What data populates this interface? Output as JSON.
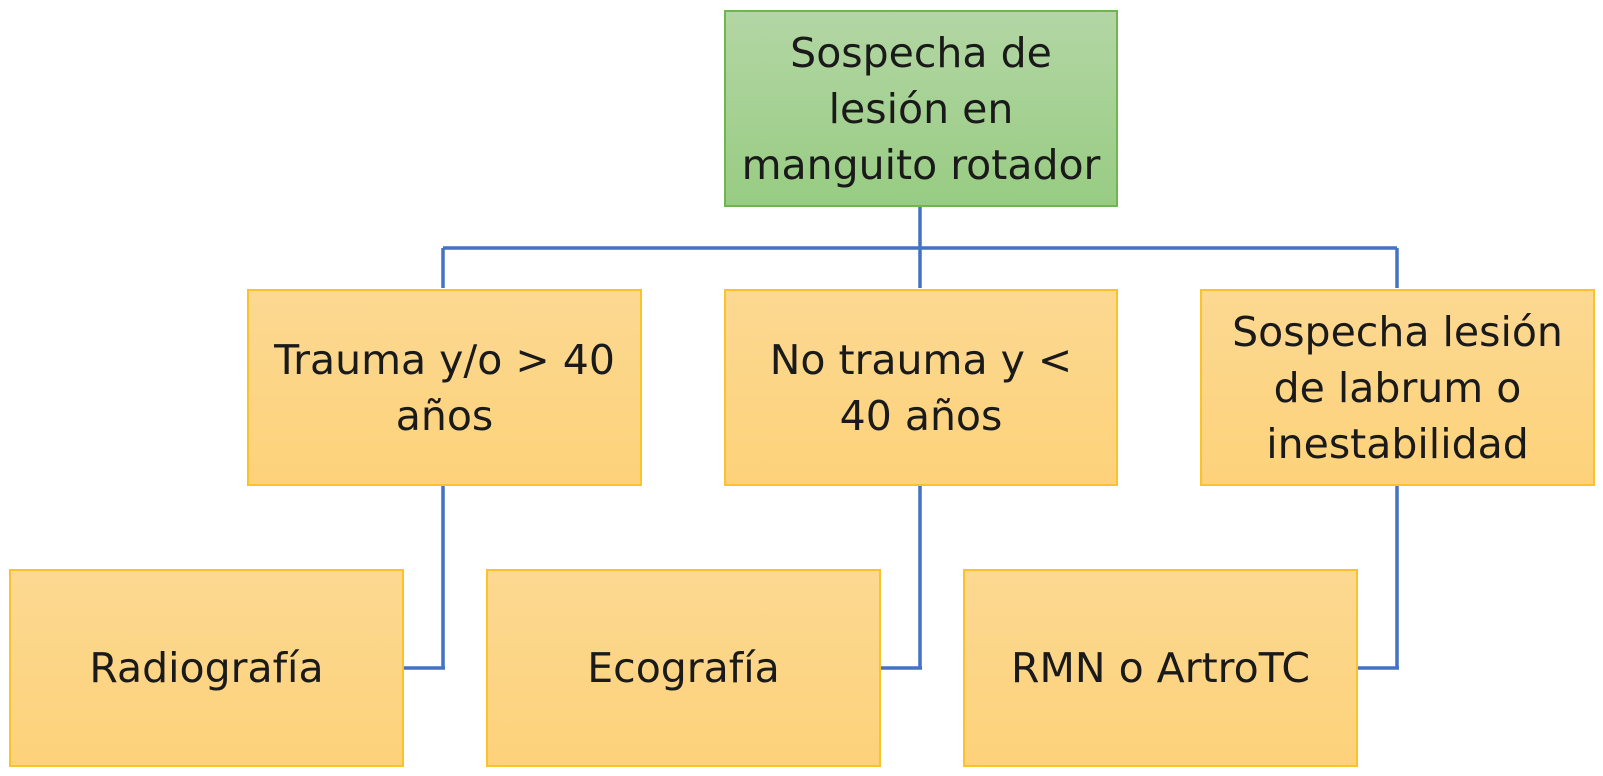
{
  "diagram": {
    "root": {
      "label": "Sospecha de lesión en manguito rotador"
    },
    "branches": [
      {
        "condition": "Trauma y/o > 40 años",
        "result": "Radiografía"
      },
      {
        "condition": "No trauma y < 40 años",
        "result": "Ecografía"
      },
      {
        "condition": "Sospecha lesión de labrum o inestabilidad",
        "result": "RMN o ArtroTC"
      }
    ],
    "colors": {
      "root_fill": "#a9d18e",
      "root_border": "#70ad47",
      "node_fill": "#ffd580",
      "node_border": "#ffc000",
      "connector": "#4472c4",
      "text": "#1a1a1a"
    }
  }
}
